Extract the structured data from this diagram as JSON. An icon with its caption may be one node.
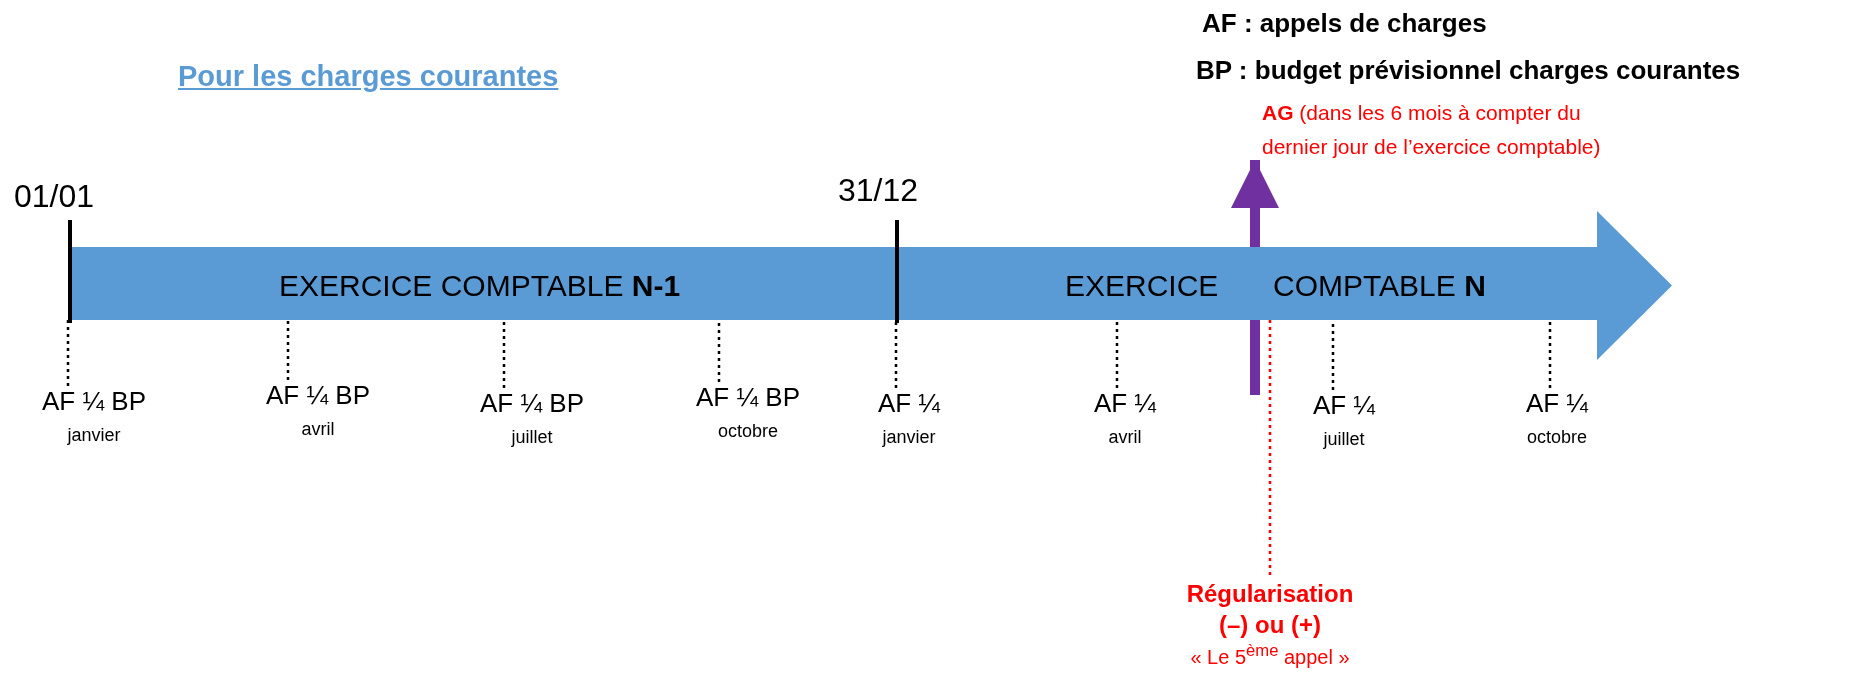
{
  "diagram": {
    "title": "Pour les charges courantes",
    "nodes": [
      {
        "text": [
          "EXERCICE COMPTABLE **N-1**",
          "EXERCICE",
          "COMPTABLE **N**"
        ]
      },
      {
        "text": [
          "AF ¼ BP",
          "janvier"
        ]
      },
      {
        "text": [
          "AF ¼ BP",
          "avril"
        ]
      },
      {
        "text": [
          "AF ¼ BP",
          "juillet"
        ]
      },
      {
        "text": [
          "AF ¼ BP",
          "octobre"
        ]
      },
      {
        "text": [
          "AF ¼",
          "janvier"
        ]
      },
      {
        "text": [
          "AF ¼",
          "avril"
        ]
      },
      {
        "text": [
          "AF ¼",
          "juillet"
        ]
      },
      {
        "text": [
          "AF ¼",
          "octobre"
        ]
      },
      {
        "text": [
          "**AG** (dans les 6 mois à compter du dernier jour de l’exercice comptable)"
        ]
      },
      {
        "text": [
          "Régularisation (–) ou (+)",
          "« Le 5$^{ème}$ appel »"
        ]
      }
    ],
    "edges": [
      {
        "from": 1,
        "to": 0,
        "arrow": "none",
        "style": "dashed"
      },
      {
        "from": 2,
        "to": 0,
        "arrow": "none",
        "style": "dashed"
      },
      {
        "from": 3,
        "to": 0,
        "arrow": "none",
        "style": "dashed"
      },
      {
        "from": 4,
        "to": 0,
        "arrow": "none",
        "style": "dashed"
      },
      {
        "from": 5,
        "to": 0,
        "arrow": "none",
        "style": "dashed"
      },
      {
        "from": 6,
        "to": 0,
        "arrow": "none",
        "style": "dashed"
      },
      {
        "from": 7,
        "to": 0,
        "arrow": "none",
        "style": "dashed"
      },
      {
        "from": 8,
        "to": 0,
        "arrow": "none",
        "style": "dashed"
      },
      {
        "from": 0,
        "to": 10,
        "arrow": "none",
        "style": "dashed",
        "color": "#ff0000"
      },
      {
        "from": null,
        "to": 9,
        "arrow": "to",
        "style": "thick",
        "color": "#7030a0"
      }
    ],
    "labels": [
      "AF : appels de charges",
      "BP : budget prévisionnel charges courantes",
      "01/01",
      "31/12"
    ]
  }
}
